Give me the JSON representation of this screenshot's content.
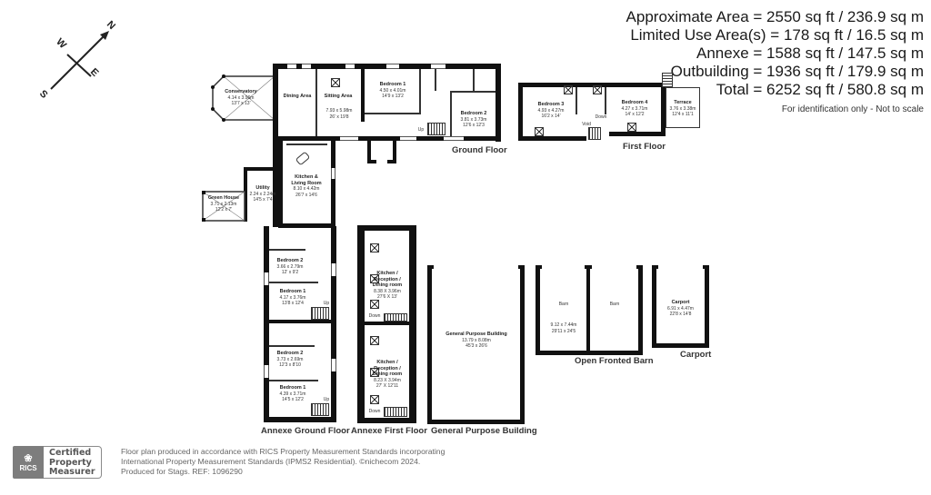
{
  "areas": {
    "lines": [
      "Approximate Area = 2550 sq ft / 236.9 sq m",
      "Limited Use Area(s) = 178 sq ft / 16.5 sq m",
      "Annexe = 1588 sq ft / 147.5 sq m",
      "Outbuilding = 1936 sq ft / 179.9 sq m",
      "Total = 6252 sq ft / 580.8 sq m"
    ],
    "note": "For identification only - Not to scale"
  },
  "compass": {
    "n": "N",
    "s": "S",
    "e": "E",
    "w": "W"
  },
  "ground_floor": {
    "label": "Ground Floor",
    "rooms": {
      "conservatory": {
        "name": "Conservatory",
        "m": "4.14 x 3.96m",
        "ft": "13'7 x 13'"
      },
      "dining": {
        "name": "Dining Area"
      },
      "sitting": {
        "name": "Sitting Area",
        "m": "7.93 x 5.98m",
        "ft": "26' x 19'8"
      },
      "bedroom1": {
        "name": "Bedroom 1",
        "m": "4.50 x 4.01m",
        "ft": "14'9 x 13'2"
      },
      "bedroom2": {
        "name": "Bedroom 2",
        "m": "3.81 x 3.73m",
        "ft": "12'6 x 12'3"
      },
      "kitchen": {
        "name": "Kitchen &",
        "name2": "Living Room",
        "m": "8.10 x 4.42m",
        "ft": "26'7 x 14'6"
      },
      "utility": {
        "name": "Utility",
        "m": "2.24 x 2.24m",
        "ft": "14'5 x 7'4"
      },
      "green_house": {
        "name": "Green House",
        "m": "3.71 x 2.13m",
        "ft": "12'2 x 7'"
      },
      "up": "Up"
    }
  },
  "first_floor": {
    "label": "First Floor",
    "rooms": {
      "bedroom3": {
        "name": "Bedroom 3",
        "m": "4.93 x 4.27m",
        "ft": "16'2 x 14'"
      },
      "bedroom4": {
        "name": "Bedroom 4",
        "m": "4.27 x 3.71m",
        "ft": "14' x 12'2"
      },
      "terrace": {
        "name": "Terrace",
        "m": "3.76 x 3.38m",
        "ft": "12'4 x 11'1"
      },
      "down": "Down",
      "void": "Void"
    }
  },
  "annexe_ground": {
    "label": "Annexe Ground Floor",
    "rooms": {
      "bedroom2a": {
        "name": "Bedroom 2",
        "m": "3.66 x 2.79m",
        "ft": "12' x 9'2"
      },
      "bedroom1a": {
        "name": "Bedroom 1",
        "m": "4.17 x 3.76m",
        "ft": "13'8 x 12'4"
      },
      "bedroom2b": {
        "name": "Bedroom 2",
        "m": "3.73 x 2.69m",
        "ft": "12'3 x 8'10"
      },
      "bedroom1b": {
        "name": "Bedroom 1",
        "m": "4.39 x 3.71m",
        "ft": "14'5 x 12'2"
      },
      "up": "Up"
    }
  },
  "annexe_first": {
    "label": "Annexe First Floor",
    "rooms": {
      "kitchen_a": {
        "name": "Kitchen /",
        "name2": "Reception /",
        "name3": "Dining room",
        "m": "8.38 X 3.96m",
        "ft": "27'6 X 13'"
      },
      "kitchen_b": {
        "name": "Kitchen /",
        "name2": "Reception /",
        "name3": "Dining room",
        "m": "8.23 X 3.94m",
        "ft": "27' X 12'11"
      },
      "down": "Down"
    }
  },
  "general_purpose": {
    "label": "General Purpose Building",
    "room": {
      "name": "General Purpose Building",
      "m": "13.79 x 8.08m",
      "ft": "45'3 x 26'6"
    }
  },
  "barn": {
    "label": "Open Fronted Barn",
    "room1": {
      "name": "Barn",
      "m": "9.12 x 7.44m",
      "ft": "29'11 x 24'5"
    },
    "room2": {
      "name": "Barn"
    }
  },
  "carport": {
    "label": "Carport",
    "room": {
      "name": "Carport",
      "m": "6.91 x 4.47m",
      "ft": "22'8 x 14'8"
    }
  },
  "footer": {
    "rics_logo": "RICS",
    "badge_lines": [
      "Certified",
      "Property",
      "Measurer"
    ],
    "text_lines": [
      "Floor plan produced in accordance with RICS Property Measurement Standards incorporating",
      "International Property Measurement Standards (IPMS2 Residential).   ©nichecom 2024.",
      "Produced for Stags.   REF: 1096290"
    ]
  }
}
